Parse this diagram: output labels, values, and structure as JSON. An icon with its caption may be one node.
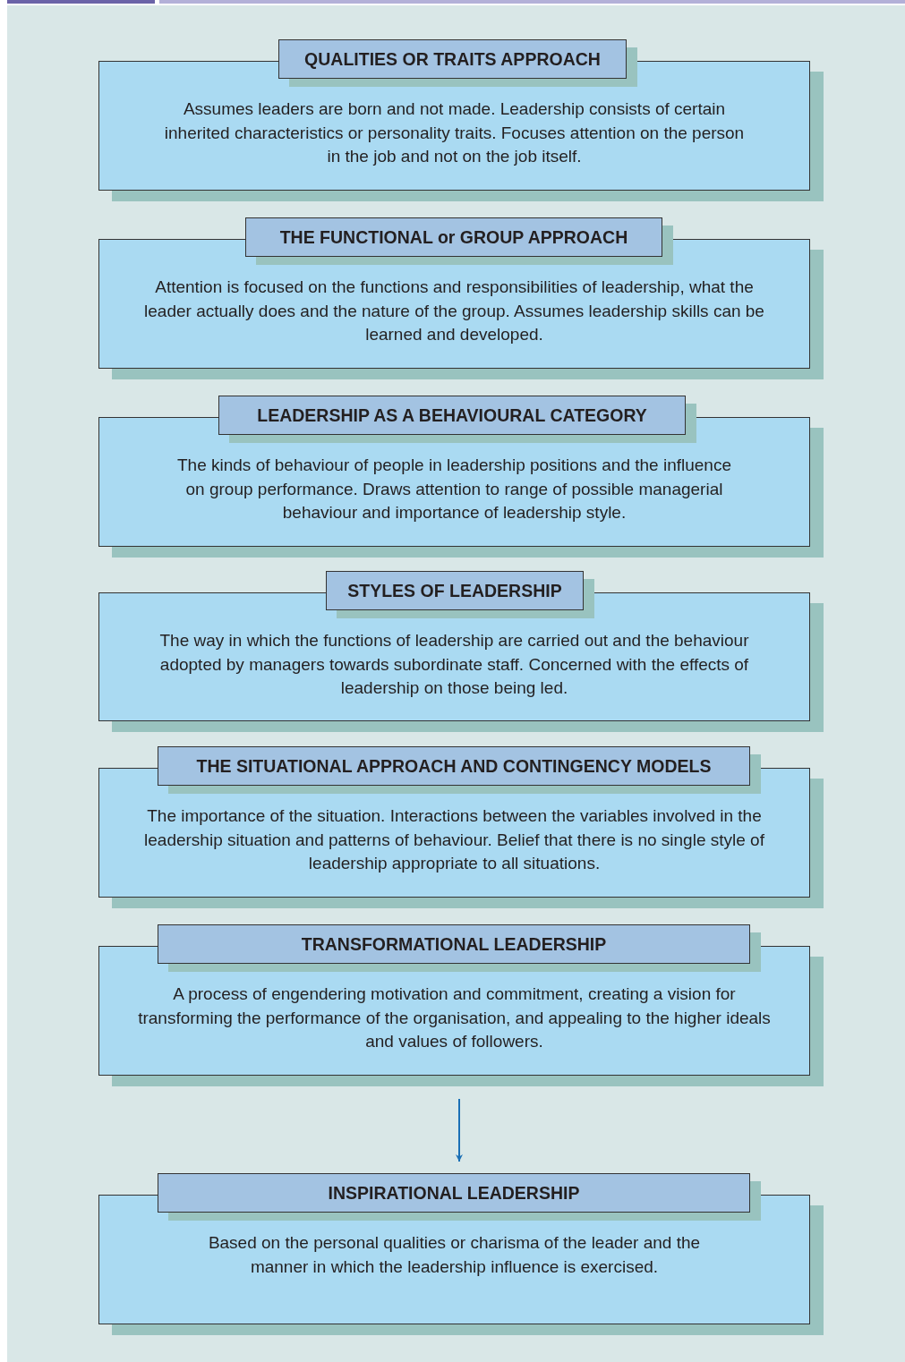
{
  "diagram": {
    "nodes": [
      {
        "text": [
          "QUALITIES OR TRAITS APPROACH",
          "Assumes leaders are born and not made. Leadership consists of certain inherited characteristics or personality traits. Focuses attention on the person in the job and not on the job itself."
        ]
      },
      {
        "text": [
          "THE FUNCTIONAL or GROUP APPROACH",
          "Attention is focused on the functions and responsibilities of leadership, what the leader actually does and the nature of the group. Assumes leadership skills can be learned and developed."
        ]
      },
      {
        "text": [
          "LEADERSHIP AS A BEHAVIOURAL CATEGORY",
          "The kinds of behaviour of people in leadership positions and the influence on group performance. Draws attention to range of possible managerial behaviour and importance of leadership style."
        ]
      },
      {
        "text": [
          "STYLES OF LEADERSHIP",
          "The way in which the functions of leadership are carried out and the behaviour adopted by managers towards subordinate staff. Concerned with the effects of leadership on those being led."
        ]
      },
      {
        "text": [
          "THE SITUATIONAL APPROACH AND CONTINGENCY MODELS",
          "The importance of the situation. Interactions between the variables involved in the leadership situation and patterns of behaviour. Belief that there is no single style of leadership appropriate to all situations."
        ]
      },
      {
        "text": [
          "TRANSFORMATIONAL LEADERSHIP",
          "A process of engendering motivation and commitment, creating a vision for transforming the performance of the organisation, and appealing to the higher ideals and values of followers."
        ]
      },
      {
        "text": [
          "INSPIRATIONAL LEADERSHIP",
          "Based on the personal qualities or charisma of the leader and the manner in which the leadership influence is exercised."
        ]
      }
    ],
    "edges": [
      {
        "from": 5,
        "to": 6,
        "arrow": "to"
      }
    ]
  }
}
